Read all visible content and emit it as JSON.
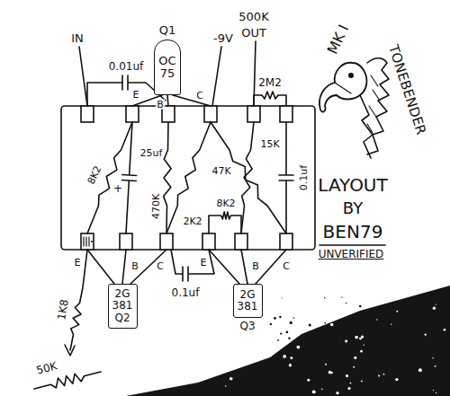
{
  "diagram": {
    "nodes": [
      {
        "text": [
          "Q1",
          "OC 75"
        ]
      },
      {
        "text": [
          "2G 381",
          "Q2"
        ]
      },
      {
        "text": [
          "2G 381",
          "Q3"
        ]
      }
    ],
    "labels": [
      "IN",
      "0.01uf",
      "-9V",
      "500K",
      "OUT",
      "2M2",
      "E",
      "B",
      "C",
      "25uf",
      "+",
      "8K2",
      "470K",
      "2K2",
      "47K",
      "15K",
      "0.1uf",
      "8K2",
      "E",
      "B",
      "C",
      "E",
      "B",
      "C",
      "0.1uf",
      "1K8",
      "50K",
      "MK I",
      "TONEBENDER",
      "LAYOUT",
      "BY",
      "BEN79",
      "UNVERIFIED"
    ]
  }
}
